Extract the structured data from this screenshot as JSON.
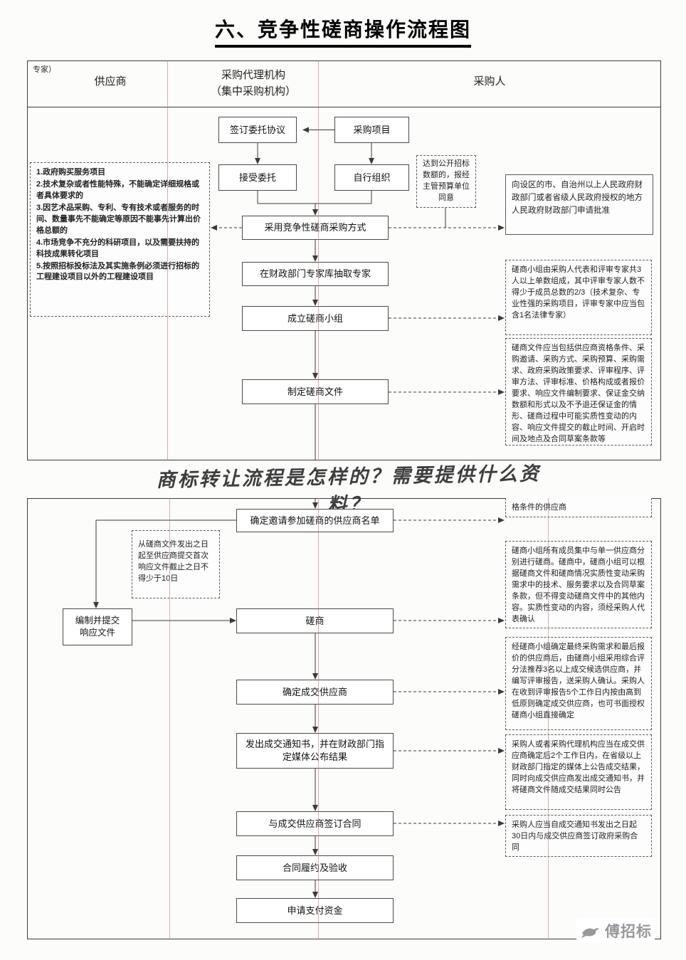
{
  "title": "六、竞争性磋商操作流程图",
  "handwriting": "商标转让流程是怎样的？需要提供什么资料？",
  "brand": "傅招标",
  "lanes": {
    "corner": "专家）",
    "supplier": "供应商",
    "agency": "采购代理机构\n（集中采购机构）",
    "purchaser": "采购人"
  },
  "steps": {
    "sign_agreement": "签订委托协议",
    "project": "采购项目",
    "accept": "接受委托",
    "self_organize": "自行组织",
    "adopt_method": "采用竞争性磋商采购方式",
    "draw_experts": "在财政部门专家库抽取专家",
    "form_team": "成立磋商小组",
    "make_docs": "制定磋商文件",
    "supplier_list": "确定邀请参加磋商的供应商名单",
    "prepare_response": "编制并提交\n响应文件",
    "consult": "磋商",
    "confirm_winner": "确定成交供应商",
    "issue_notice": "发出成交通知书，并在财政部门指定媒体公布结果",
    "sign_contract": "与成交供应商签订合同",
    "perform_accept": "合同履约及验收",
    "request_payment": "申请支付资金"
  },
  "notes": {
    "conditions": [
      "1.政府购买服务项目",
      "2.技术复杂或者性能特殊，不能确定详细规格或者具体要求的",
      "3.因艺术品采购、专利、专有技术或者服务的时间、数量事先不能确定等原因不能事先计算出价格总额的",
      "4.市场竞争不充分的科研项目，以及需要扶持的科技成果转化项目",
      "5.按照招标投标法及其实施条例必须进行招标的工程建设项目以外的工程建设项目"
    ],
    "over_threshold": "达到公开招标数额的，报经主管预算单位同意",
    "apply_approval": "向设区的市、自治州以上人民政府财政部门或者省级人民政府授权的地方人民政府财政部门申请批准",
    "team_composition": "磋商小组由采购人代表和评审专家共3人以上单数组成，其中评审专家人数不得少于成员总数的2/3（技术复杂、专业性强的采购项目，评审专家中应当包含1名法律专家）",
    "doc_contents": "磋商文件应当包括供应商资格条件、采购邀请、采购方式、采购预算、采购需求、政府采购政策要求、评审程序、评审方法、评审标准、价格构成或者报价要求、响应文件编制要求、保证金交纳数额和形式以及不予退还保证金的情形、磋商过程中可能实质性变动的内容、响应文件提交的截止时间、开启时间及地点及合同草案条款等",
    "qualified_partial": "格条件的供应商",
    "min_days": "从磋商文件发出之日起至供应商提交首次响应文件截止之日不得少于10日",
    "consult_rules": "磋商小组所有成员集中与单一供应商分别进行磋商。磋商中，磋商小组可以根据磋商文件和磋商情况实质性变动采购需求中的技术、服务要求以及合同草案条款，但不得变动磋商文件中的其他内容。实质性变动的内容，须经采购人代表确认",
    "winner_rules": "经磋商小组确定最终采购需求和最后报价的供应商后，由磋商小组采用综合评分法推荐3名以上成交候选供应商，并编写评审报告，送采购人确认。采购人在收到评审报告5个工作日内按由高到低原则确定成交供应商，也可书面授权磋商小组直接确定",
    "announce_rules": "采购人或者采购代理机构应当在成交供应商确定后2个工作日内，在省级以上财政部门指定的媒体上公告成交结果，同时向成交供应商发出成交通知书，并将磋商文件随成交结果同时公告",
    "contract_days": "采购人应当自成交通知书发出之日起30日内与成交供应商签订政府采购合同"
  }
}
